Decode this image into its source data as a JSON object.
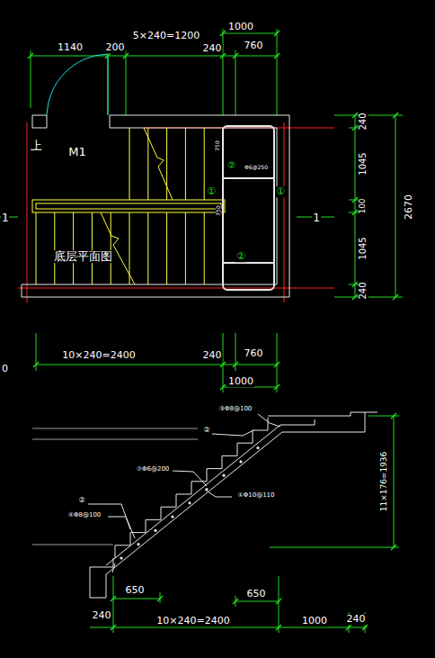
{
  "diagram": {
    "labels": [
      "1140",
      "200",
      "5×240=1200",
      "1000",
      "240",
      "760",
      "上",
      "M1",
      "底层平面图",
      "1",
      "1",
      "②",
      "Φ6@250",
      "750",
      "750",
      "①",
      "①",
      "②",
      "240",
      "1045",
      "100",
      "1045",
      "240",
      "2670",
      "10×240=2400",
      "240",
      "760",
      "1000",
      "0",
      "③Φ8@100",
      "②",
      "⑦Φ6@200",
      "①Φ10@110",
      "②",
      "④Φ8@100",
      "11×176=1936",
      "650",
      "650",
      "240",
      "10×240=2400",
      "1000",
      "240"
    ]
  }
}
